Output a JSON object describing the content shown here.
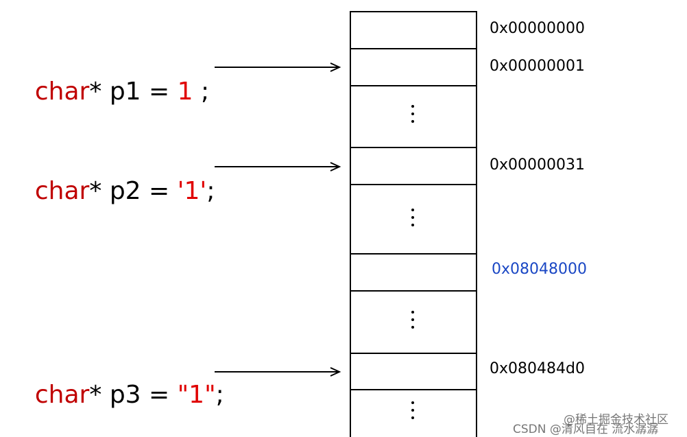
{
  "declarations": [
    {
      "kw": "char",
      "rest1": "* p1 = ",
      "literal": "1",
      "rest2": " ;"
    },
    {
      "kw": "char",
      "rest1": "* p2 = ",
      "literal": "'1'",
      "rest2": ";"
    },
    {
      "kw": "char",
      "rest1": "* p3 = ",
      "literal": "\"1\"",
      "rest2": ";"
    }
  ],
  "addresses": {
    "a0": "0x00000000",
    "a1": "0x00000001",
    "a31": "0x00000031",
    "a8048000": "0x08048000",
    "a80484d0": "0x080484d0"
  },
  "colors": {
    "keyword": "#c00000",
    "literal": "#e00000",
    "highlight_address": "#1a47c4"
  },
  "watermark": {
    "line1": "@稀土掘金技术社区",
    "line2": "CSDN @清风自在 流水潺潺"
  }
}
